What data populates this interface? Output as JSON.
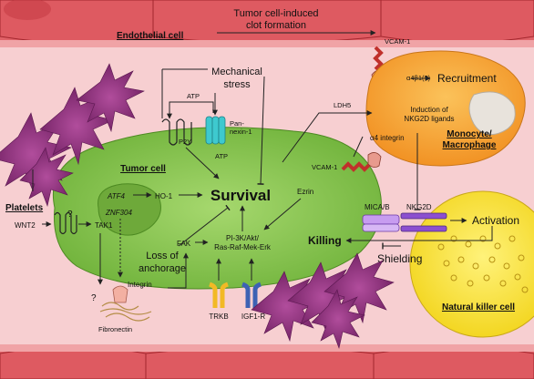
{
  "vessel": {
    "top_label": "Endothelial cell",
    "clot_label_1": "Tumor cell-induced",
    "clot_label_2": "clot formation",
    "vcam_top": "VCAM-1"
  },
  "tumor": {
    "title": "Tumor cell",
    "survival": "Survival",
    "atf4": "ATF4",
    "ho1": "HO-1",
    "znf304": "ZNF304",
    "loss_anchorage_1": "Loss of",
    "loss_anchorage_2": "anchorage",
    "integrin": "Integrin",
    "fak": "FAK",
    "pi3k_1": "PI-3K/Akt/",
    "pi3k_2": "Ras-Raf-Mek-Erk",
    "trkb": "TRKB",
    "igf1r": "IGF1-R",
    "ezrin": "Ezrin",
    "vcam_mid": "VCAM-1",
    "p2y": "P2Y",
    "atp_top": "ATP",
    "atp_side": "ATP",
    "pannexin_1": "Pan-",
    "pannexin_2": "nexin-1",
    "mechanical_1": "Mechanical",
    "mechanical_2": "stress",
    "ldh5": "LDH5",
    "mica": "MICA/B",
    "killing": "Killing",
    "shielding": "Shielding"
  },
  "left": {
    "platelets": "Platelets",
    "wnt2": "WNT2",
    "tak1": "TAK1",
    "fibronectin": "Fibronectin",
    "q1": "?",
    "q2": "?"
  },
  "monocyte": {
    "title_1": "Monocyte/",
    "title_2": "Macrophage",
    "recruitment": "Recruitment",
    "a4b1": "α4β1(?)",
    "a4_integrin": "α4 integrin",
    "induction_1": "Induction of",
    "induction_2": "NKG2D ligands"
  },
  "nk": {
    "title": "Natural killer cell",
    "activation": "Activation",
    "nkg2d": "NKG2D"
  },
  "colors": {
    "vessel": "#f6c4c6",
    "vessel_cell": "#d9474e",
    "tumor": "#86c64a",
    "monocyte": "#f6a531",
    "nk": "#fcee45",
    "platelet": "#8a2c78",
    "receptor_red": "#c0302b",
    "pannexin": "#3ec9cf",
    "trkb": "#f2b925",
    "igf1r": "#3d62b4",
    "nkg2d": "#8c4fd0"
  }
}
